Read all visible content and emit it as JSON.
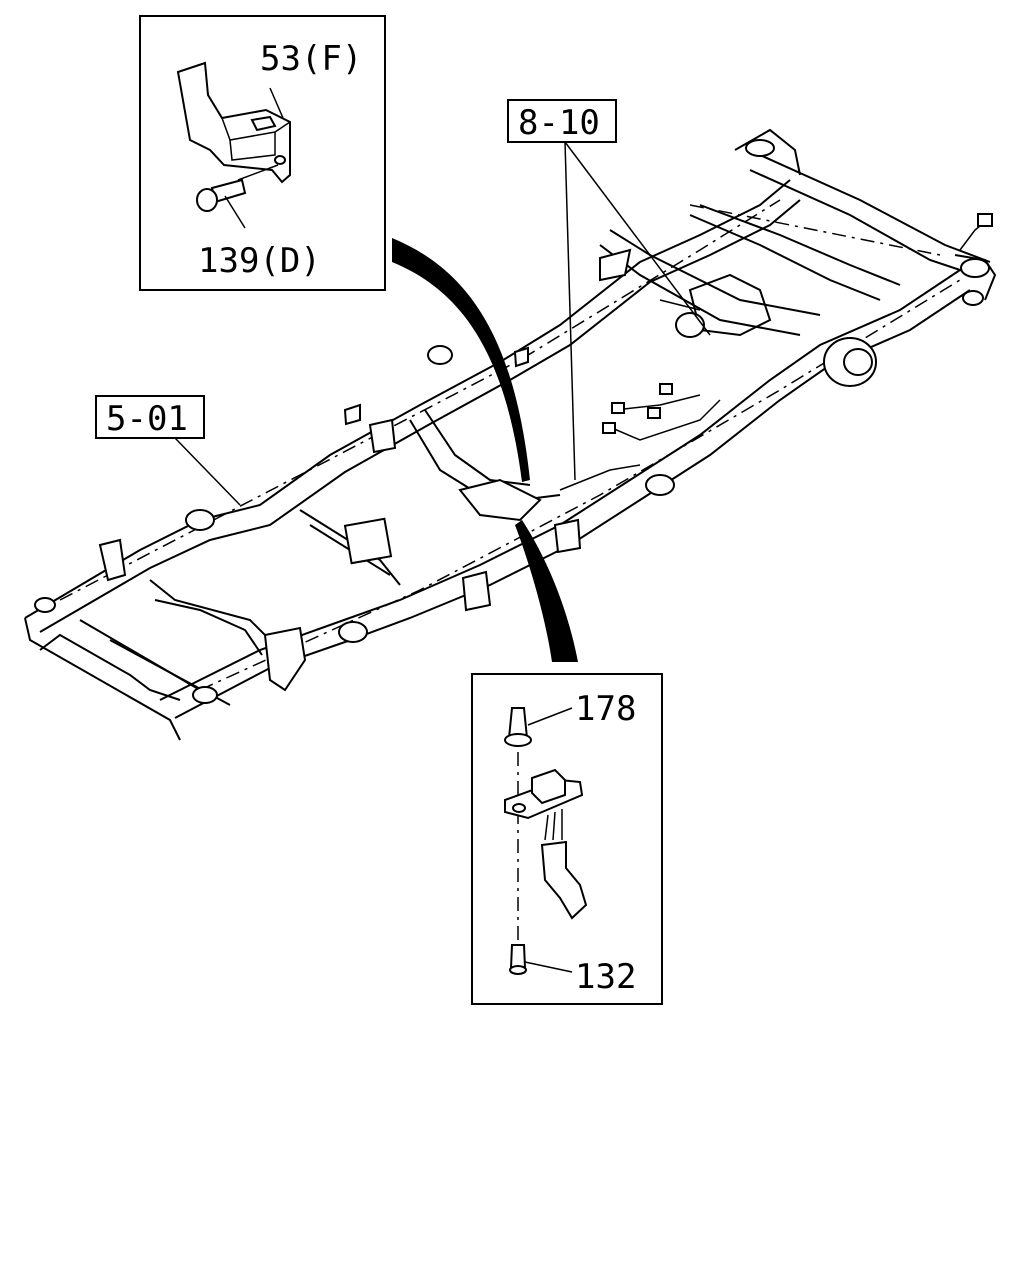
{
  "callouts": {
    "bracket": "53(F)",
    "bolt": "139(D)",
    "sensor_bolt_top": "178",
    "sensor_bolt_bottom": "132"
  },
  "references": {
    "frame": "5-01",
    "harness": "8-10"
  }
}
